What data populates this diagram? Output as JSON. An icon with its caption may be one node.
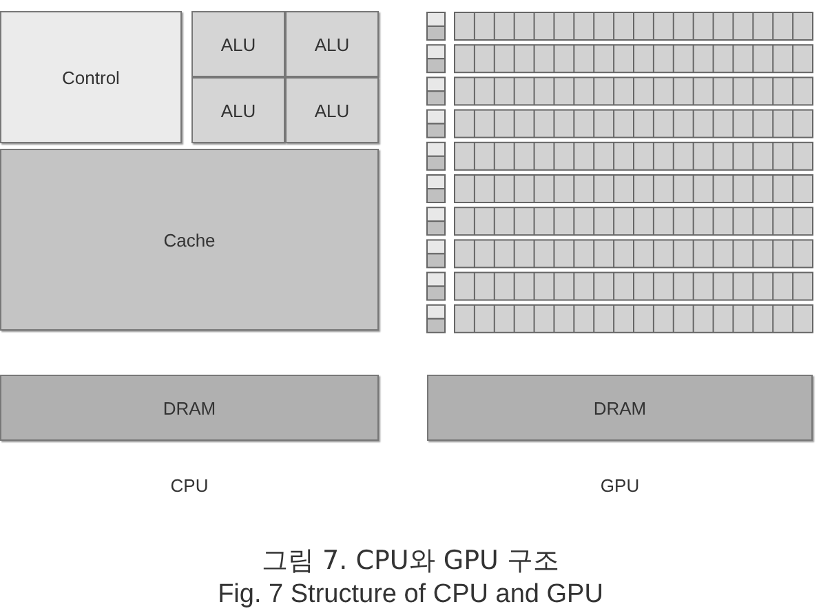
{
  "diagram": {
    "nodes": [
      {
        "text": [
          "Control"
        ]
      },
      {
        "text": [
          "ALU"
        ]
      },
      {
        "text": [
          "ALU"
        ]
      },
      {
        "text": [
          "ALU"
        ]
      },
      {
        "text": [
          "ALU"
        ]
      },
      {
        "text": [
          "Cache"
        ]
      },
      {
        "text": [
          "DRAM"
        ]
      },
      {
        "text": [
          "DRAM"
        ]
      }
    ],
    "edges": [],
    "labels": [
      "CPU",
      "GPU",
      "Fig. 7 Structure of CPU and GPU"
    ],
    "caption": "그림 7. CPU와 GPU 구조"
  }
}
